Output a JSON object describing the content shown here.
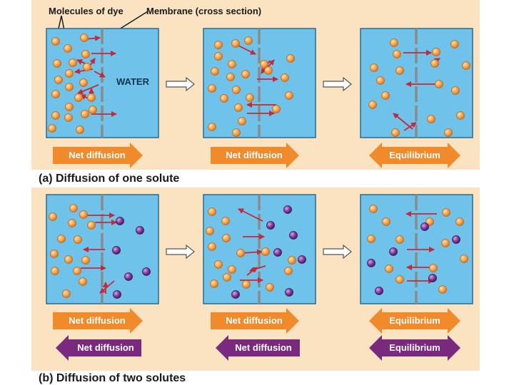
{
  "labels": {
    "dye": "Molecules of dye",
    "membrane": "Membrane (cross section)",
    "water": "WATER"
  },
  "captions": {
    "a": "(a) Diffusion of one solute",
    "b": "(b) Diffusion of two solutes"
  },
  "arrows": {
    "net_diffusion": "Net diffusion",
    "equilibrium": "Equilibrium"
  },
  "colors": {
    "water": "#6fc3ea",
    "panel": "#fbe3c2",
    "membrane": "#8a8a8a",
    "dye_orange": "#f5a24c",
    "dye_purple": "#7e3a98",
    "arrow_red": "#c4283a",
    "label_orange": "#f08a2a",
    "label_purple": "#7a2a7e"
  }
}
